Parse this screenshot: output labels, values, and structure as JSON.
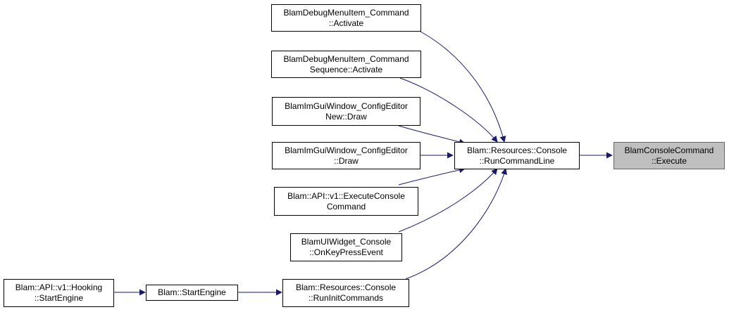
{
  "colors": {
    "edge": "#191970",
    "node_border": "#000000",
    "target_fill": "#bfbfbf"
  },
  "nodes": {
    "n1": {
      "line1": "BlamDebugMenuItem_Command",
      "line2": "::Activate"
    },
    "n2": {
      "line1": "BlamDebugMenuItem_Command",
      "line2": "Sequence::Activate"
    },
    "n3": {
      "line1": "BlamImGuiWindow_ConfigEditor",
      "line2": "New::Draw"
    },
    "n4": {
      "line1": "BlamImGuiWindow_ConfigEditor",
      "line2": "::Draw"
    },
    "n5": {
      "line1": "Blam::API::v1::ExecuteConsole",
      "line2": "Command"
    },
    "n6": {
      "line1": "BlamUIWidget_Console",
      "line2": "::OnKeyPressEvent"
    },
    "n7": {
      "line1": "Blam::Resources::Console",
      "line2": "::RunInitCommands"
    },
    "n8": {
      "line1": "Blam::StartEngine"
    },
    "n9": {
      "line1": "Blam::API::v1::Hooking",
      "line2": "::StartEngine"
    },
    "n10": {
      "line1": "Blam::Resources::Console",
      "line2": "::RunCommandLine"
    },
    "n11": {
      "line1": "BlamConsoleCommand",
      "line2": "::Execute"
    }
  }
}
